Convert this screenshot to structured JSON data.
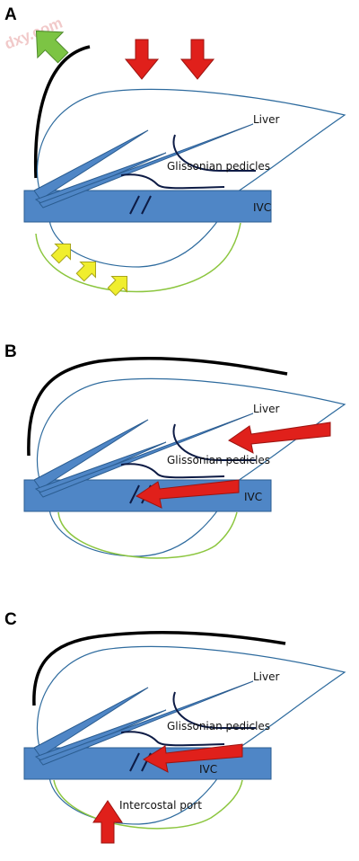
{
  "watermark": "dxy.com",
  "panels": [
    {
      "letter": "A",
      "labels": {
        "liver": "Liver",
        "pedicles": "Glissonian pedicles",
        "ivc": "IVC",
        "port": ""
      },
      "colors": {
        "ivc": "#4f86c6",
        "outline": "#2e6b9e",
        "pedicle": "#0d1b45",
        "diaphragm": "#000000",
        "green_line": "#8cc63f",
        "red_arrow": "#e0201b",
        "green_arrow": "#7cc444",
        "yellow_arrow": "#f0ee2e"
      }
    },
    {
      "letter": "B",
      "labels": {
        "liver": "Liver",
        "pedicles": "Glissonian pedicles",
        "ivc": "IVC",
        "port": ""
      }
    },
    {
      "letter": "C",
      "labels": {
        "liver": "Liver",
        "pedicles": "Glissonian pedicles",
        "ivc": "IVC",
        "port": "Intercostal port"
      }
    }
  ]
}
